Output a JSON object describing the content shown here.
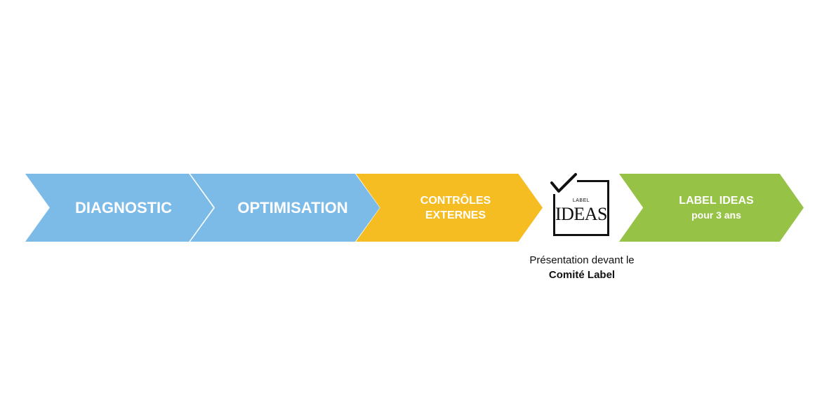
{
  "steps": [
    {
      "label": "DIAGNOSTIC"
    },
    {
      "label": "OPTIMISATION"
    },
    {
      "label_line1": "CONTRÔLES",
      "label_line2": "EXTERNES"
    },
    {
      "title": "LABEL IDEAS",
      "subtitle": "pour 3 ans"
    }
  ],
  "logo": {
    "small_text": "LABEL",
    "big_text": "IDEAS",
    "icon": "checkmark-icon"
  },
  "caption": {
    "line1": "Présentation devant le",
    "line2": "Comité Label"
  },
  "colors": {
    "blue": "#7cbbe8",
    "yellow": "#f5bd22",
    "green": "#96c246"
  }
}
